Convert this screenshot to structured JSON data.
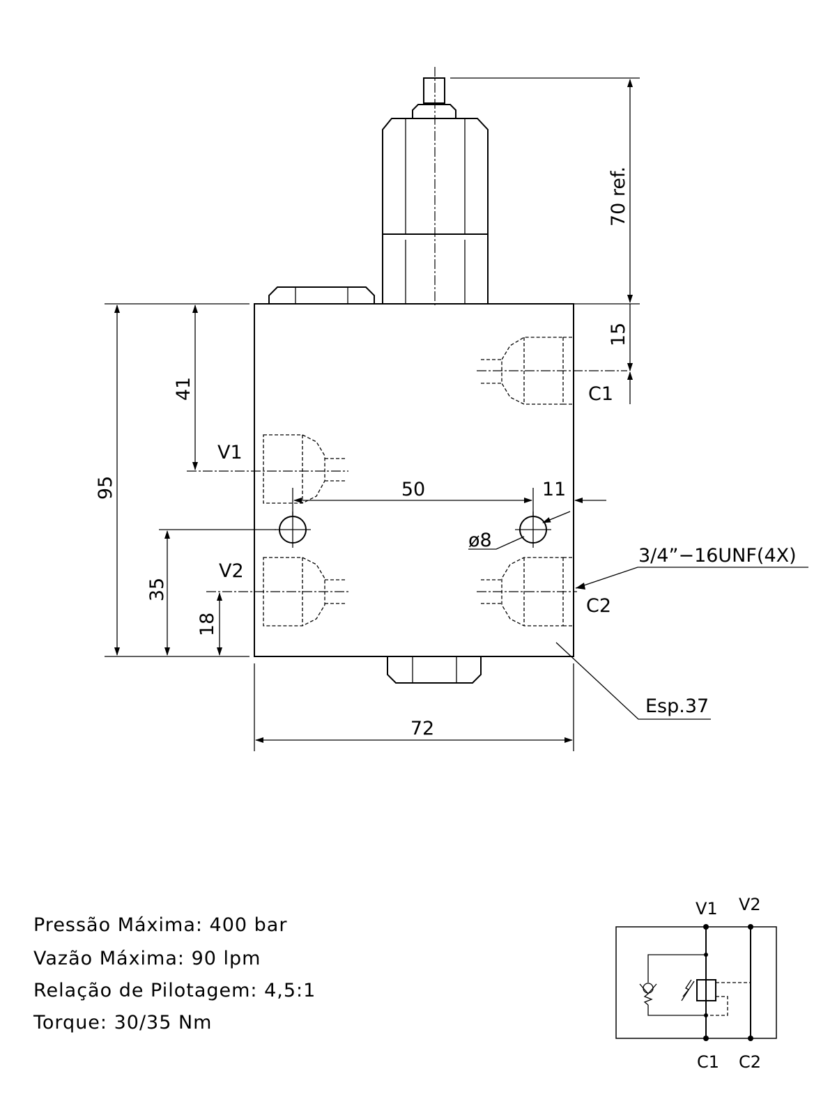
{
  "dimensions": {
    "height_ref": "70 ref.",
    "top_to_c1": "15",
    "block_height": "95",
    "top_to_v1": "41",
    "hole_spacing": "50",
    "hole_edge": "11",
    "hole_diameter": "ø8",
    "bottom_to_holes": "35",
    "bottom_to_v2": "18",
    "block_width": "72",
    "thread_callout": "3/4”−16UNF(4X)",
    "thickness_callout": "Esp.37"
  },
  "ports": {
    "v1": "V1",
    "v2": "V2",
    "c1": "C1",
    "c2": "C2"
  },
  "specs": {
    "pressure": "Pressão Máxima:  400  bar",
    "flow": "Vazão Máxima:  90  lpm",
    "pilot_ratio": "Relação  de  Pilotagem:  4,5:1",
    "torque": "Torque:  30/35  Nm"
  },
  "schematic": {
    "v1": "V1",
    "v2": "V2",
    "c1": "C1",
    "c2": "C2"
  }
}
